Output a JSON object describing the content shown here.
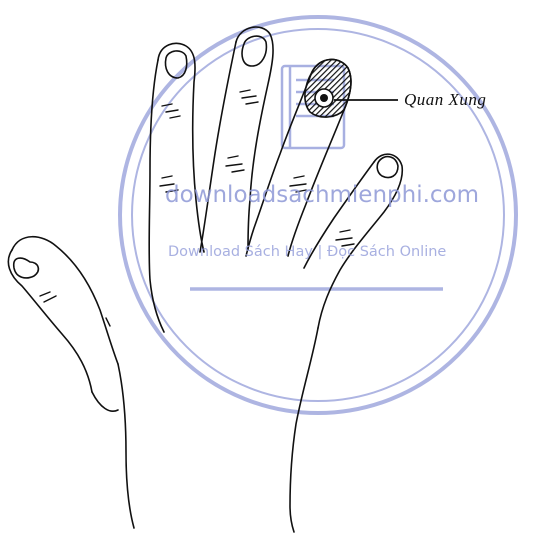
{
  "annotation": {
    "label": "Quan Xung"
  },
  "watermark": {
    "site": "downloadsachmienphi.com",
    "tagline": "Download Sách Hay | Đọc Sách Online",
    "color": "#7f8ad0"
  },
  "colors": {
    "ink": "#111111",
    "background": "#ffffff"
  }
}
